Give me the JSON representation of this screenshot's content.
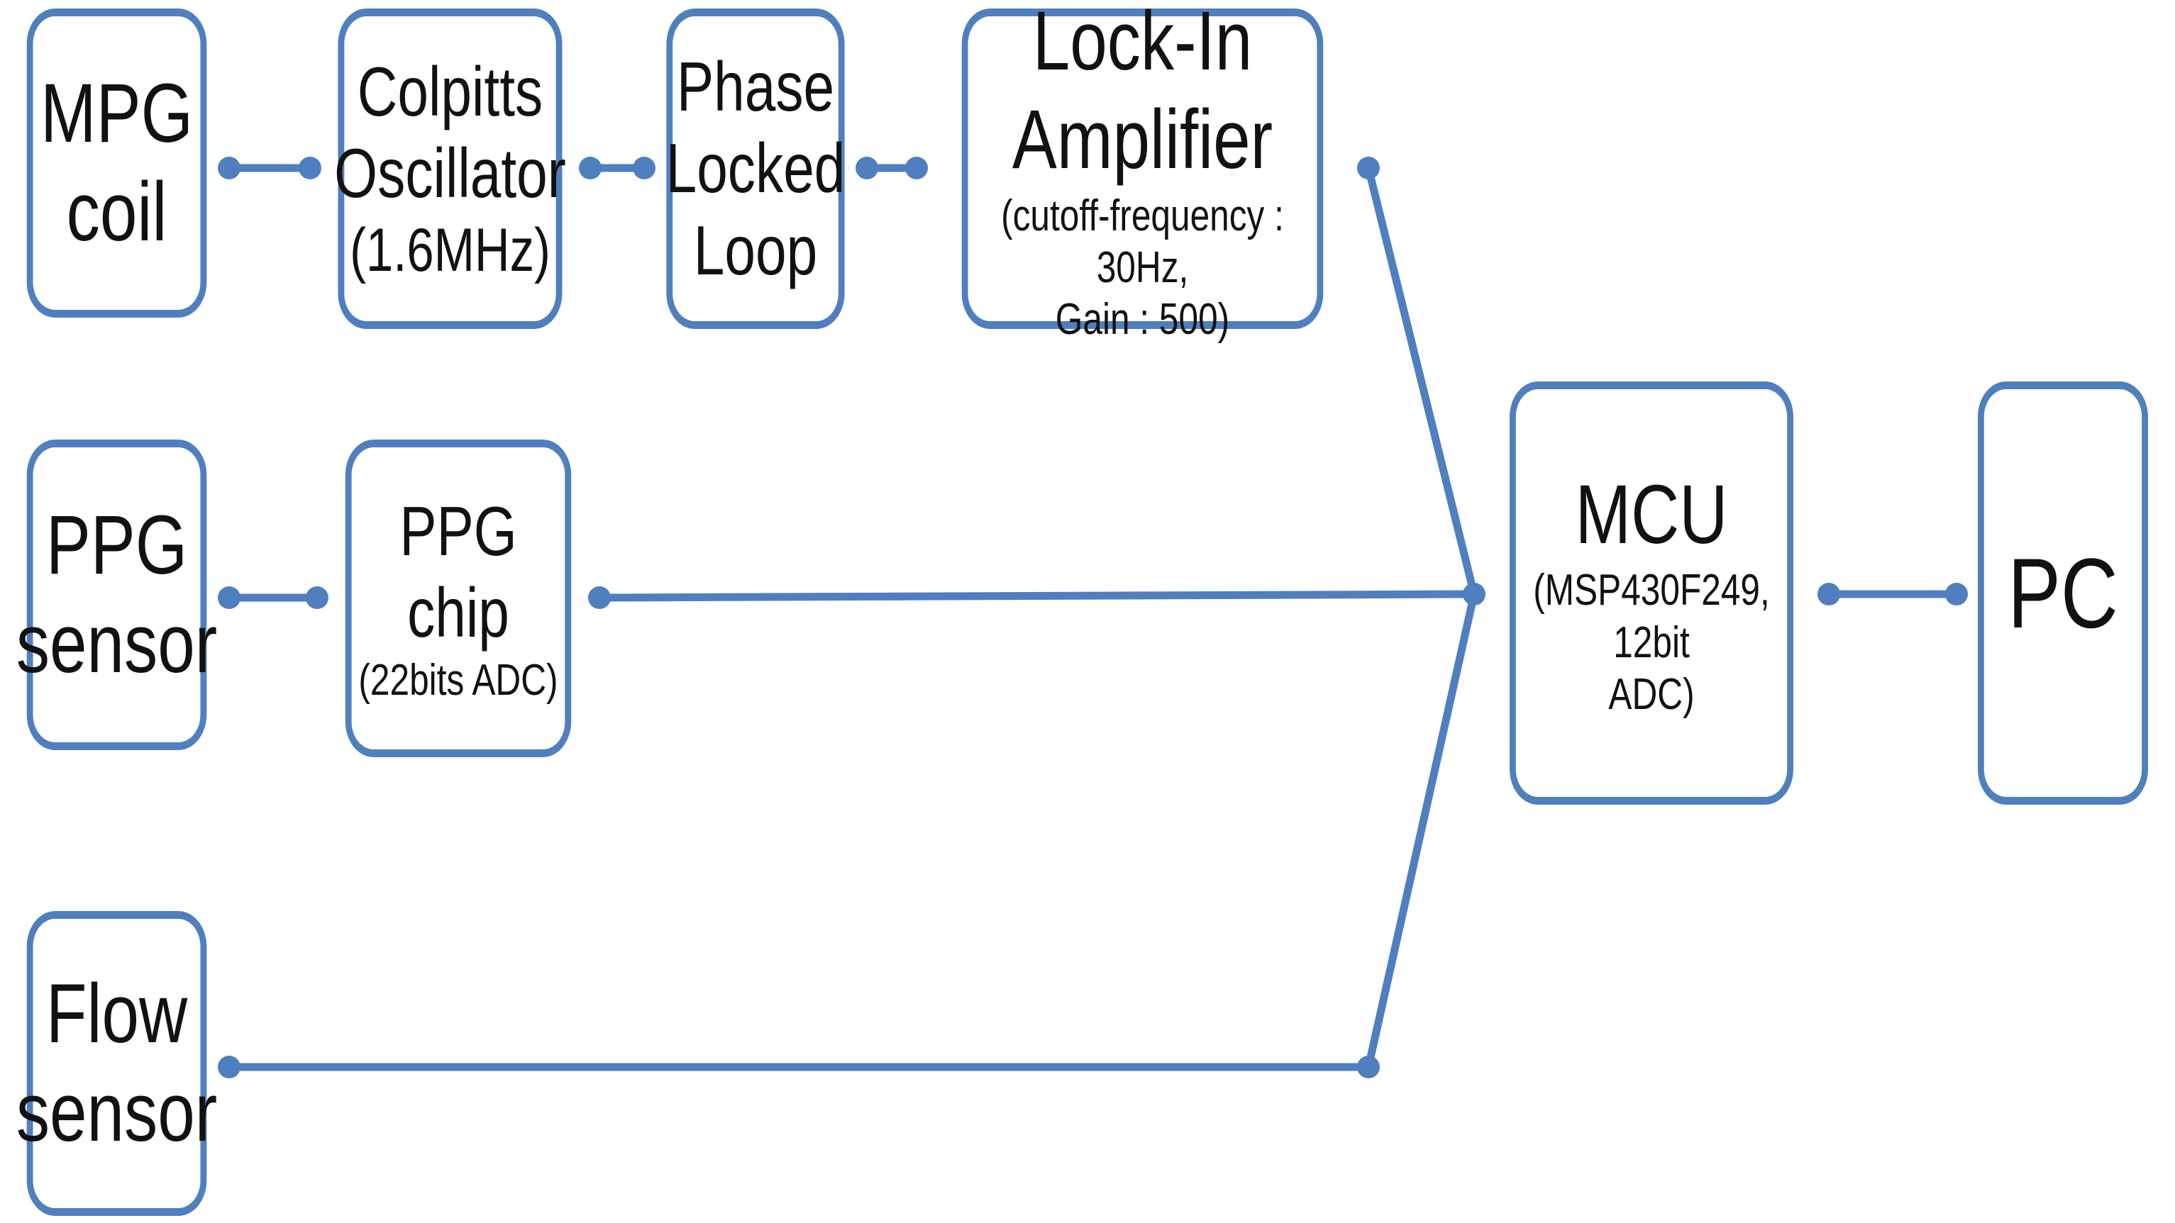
{
  "colors": {
    "stroke": "#4f7fbf",
    "text": "#111111",
    "background": "#ffffff"
  },
  "blocks": {
    "mpg": {
      "line1": "MPG",
      "line2": "coil"
    },
    "colpitts": {
      "line1": "Colpitts",
      "line2": "Oscillator",
      "line3": "(1.6MHz)"
    },
    "pll": {
      "line1": "Phase",
      "line2": "Locked",
      "line3": "Loop"
    },
    "lockin": {
      "title": "Lock-In Amplifier",
      "detail1": "(cutoff-frequency : 30Hz,",
      "detail2": "Gain : 500)"
    },
    "ppg_sensor": {
      "line1": "PPG",
      "line2": "sensor"
    },
    "ppg_chip": {
      "line1": "PPG chip",
      "line2": "(22bits  ADC)"
    },
    "flow": {
      "line1": "Flow",
      "line2": "sensor"
    },
    "mcu": {
      "title": "MCU",
      "detail1": "(MSP430F249, 12bit",
      "detail2": "ADC)"
    },
    "pc": {
      "label": "PC"
    }
  },
  "connections": [
    [
      "MPG coil",
      "Colpitts Oscillator"
    ],
    [
      "Colpitts Oscillator",
      "Phase Locked Loop"
    ],
    [
      "Phase Locked Loop",
      "Lock-In Amplifier"
    ],
    [
      "Lock-In Amplifier",
      "MCU"
    ],
    [
      "PPG sensor",
      "PPG chip"
    ],
    [
      "PPG chip",
      "MCU"
    ],
    [
      "Flow sensor",
      "MCU"
    ],
    [
      "MCU",
      "PC"
    ]
  ]
}
